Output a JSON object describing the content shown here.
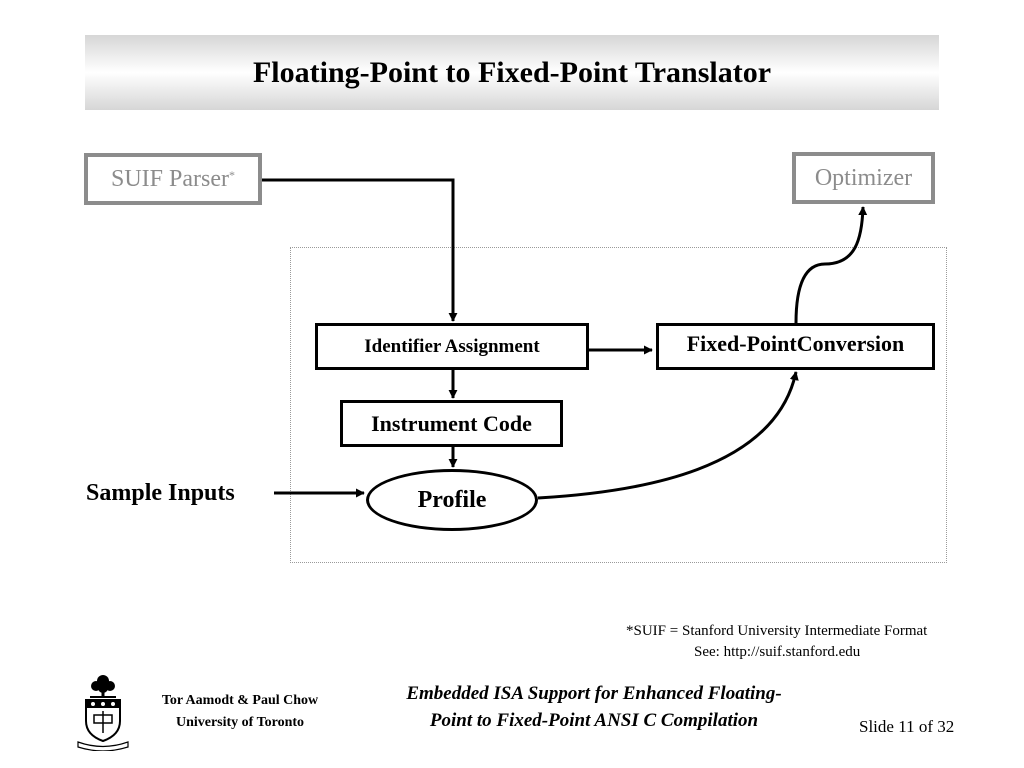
{
  "title": "Floating-Point to Fixed-Point Translator",
  "nodes": {
    "suif_parser": {
      "label": "SUIF Parser",
      "mark": "*"
    },
    "optimizer": {
      "label": "Optimizer"
    },
    "identifier_assignment": {
      "label": "Identifier Assignment"
    },
    "fixed_point_conversion": {
      "label": "Fixed-PointConversion"
    },
    "instrument_code": {
      "label": "Instrument Code"
    },
    "profile": {
      "label": "Profile"
    }
  },
  "inputs": {
    "sample_inputs": "Sample Inputs"
  },
  "edges": [
    {
      "from": "suif_parser",
      "to": "identifier_assignment"
    },
    {
      "from": "identifier_assignment",
      "to": "fixed_point_conversion"
    },
    {
      "from": "identifier_assignment",
      "to": "instrument_code"
    },
    {
      "from": "instrument_code",
      "to": "profile"
    },
    {
      "from": "sample_inputs",
      "to": "profile"
    },
    {
      "from": "profile",
      "to": "fixed_point_conversion"
    },
    {
      "from": "fixed_point_conversion",
      "to": "optimizer"
    }
  ],
  "footnote": {
    "line1": "*SUIF =  Stanford University Intermediate Format",
    "line2": "See: http://suif.stanford.edu"
  },
  "footer": {
    "authors": "Tor Aamodt & Paul Chow",
    "institution": "University of Toronto",
    "paper_title_line1": "Embedded ISA Support for Enhanced Floating-",
    "paper_title_line2": "Point to Fixed-Point ANSI C Compilation",
    "slide": "Slide 11 of 32"
  },
  "colors": {
    "inactive_box": "#8c8c8c",
    "active_box": "#000000",
    "title_gradient_edge": "#d6d6d6"
  }
}
